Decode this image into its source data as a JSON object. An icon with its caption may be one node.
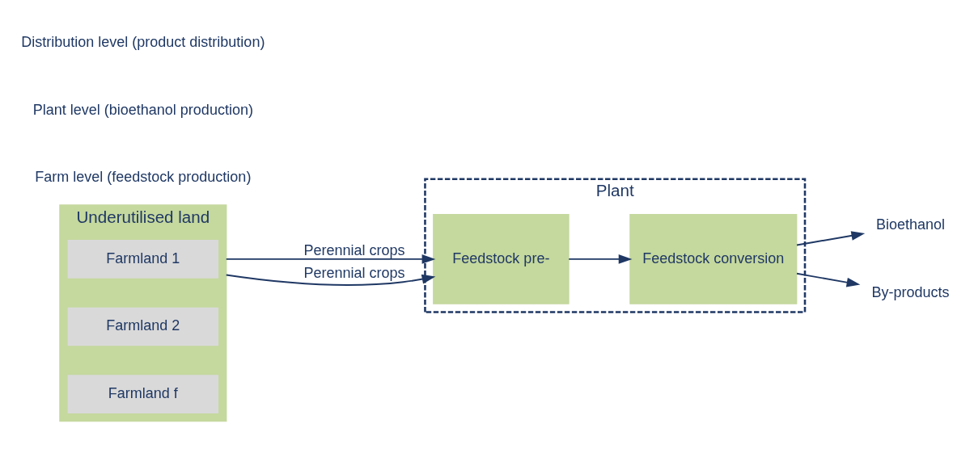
{
  "diagram": {
    "nodes": [
      {
        "text": [
          "Underutilised land"
        ]
      },
      {
        "text": [
          "Farmland 1"
        ],
        "in": 0
      },
      {
        "text": [
          "Farmland 2"
        ],
        "in": 0
      },
      {
        "text": [
          "Farmland f"
        ],
        "in": 0
      },
      {
        "text": [
          "Plant"
        ]
      },
      {
        "text": [
          "Feedstock pre-"
        ],
        "in": 4
      },
      {
        "text": [
          "Feedstock conversion"
        ],
        "in": 4
      },
      {
        "text": [
          "Bioethanol"
        ]
      },
      {
        "text": [
          "By-products"
        ]
      }
    ],
    "edges": [
      {
        "from": 0,
        "to": 5,
        "arrow": "to",
        "label": "Perennial crops"
      },
      {
        "from": 0,
        "to": 5,
        "arrow": "to",
        "label": "Perennial crops"
      },
      {
        "from": 5,
        "to": 6,
        "arrow": "to"
      },
      {
        "from": 6,
        "to": 7,
        "arrow": "to"
      },
      {
        "from": 6,
        "to": 8,
        "arrow": "to"
      }
    ],
    "labels": [
      "Farm level (feedstock production)",
      "Plant level (bioethanol production)",
      "Distribution level (product distribution)"
    ]
  }
}
